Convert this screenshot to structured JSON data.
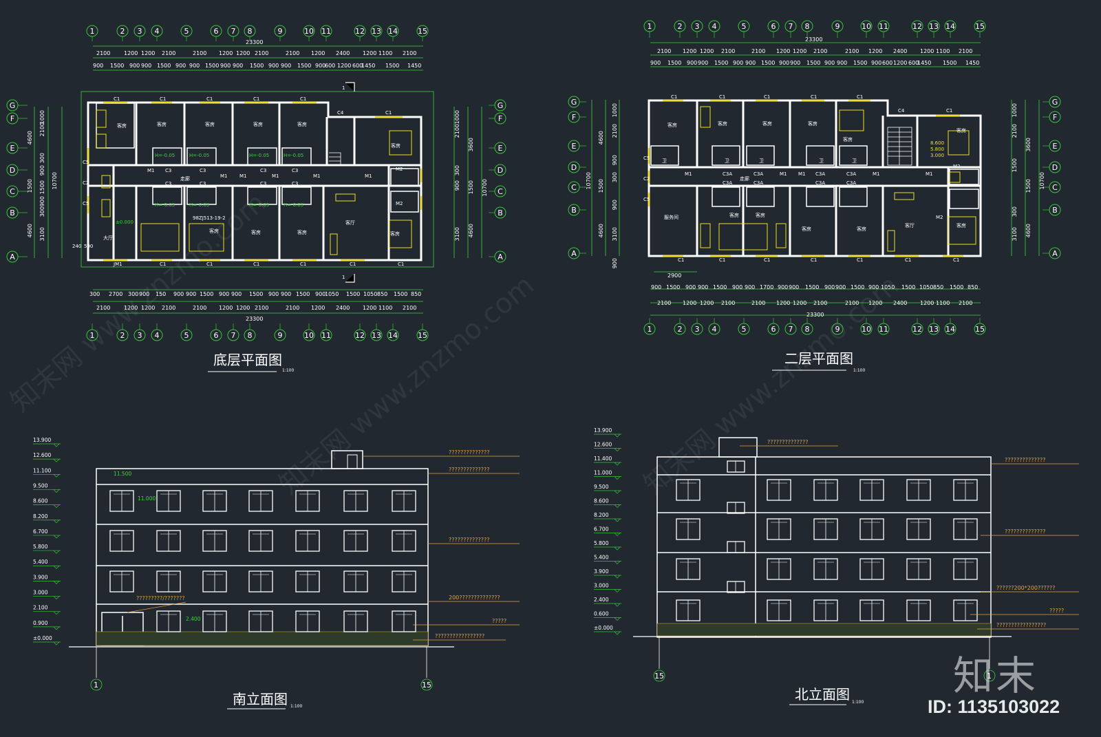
{
  "drawings": {
    "ground_plan_title": "底层平面图",
    "ground_plan_scale": "1:100",
    "second_plan_title": "二层平面图",
    "second_plan_scale": "1:100",
    "south_elev_title": "南立面图",
    "south_elev_scale": "1:100",
    "north_elev_title": "北立面图",
    "north_elev_scale": "1:100"
  },
  "grid_axes": {
    "numbers": [
      "1",
      "2",
      "3",
      "4",
      "5",
      "6",
      "7",
      "8",
      "9",
      "10",
      "11",
      "12",
      "13",
      "14",
      "15"
    ],
    "letters": [
      "G",
      "F",
      "E",
      "D",
      "C",
      "B",
      "A"
    ],
    "total_length": "23300",
    "bay_dims": [
      "2100",
      "1200",
      "1200",
      "2100",
      "2100",
      "1200",
      "1200",
      "2100",
      "2100",
      "1200",
      "2400",
      "1200",
      "1100",
      "2100"
    ],
    "detail_dims": [
      "900",
      "1500",
      "900",
      "900",
      "1500",
      "900",
      "900",
      "1500",
      "900",
      "900",
      "1500",
      "900",
      "900",
      "1500",
      "900",
      "600",
      "1200",
      "600",
      "1450",
      "1500",
      "1450"
    ],
    "bottom_detail_dims": [
      "300",
      "2700",
      "300",
      "900",
      "150",
      "900",
      "900",
      "1500",
      "900",
      "900",
      "1500",
      "900",
      "900",
      "1500",
      "900",
      "1050",
      "1500",
      "1050",
      "850",
      "1500",
      "850"
    ],
    "vertical_dims_left": [
      "1000",
      "2100",
      "300",
      "900",
      "1500",
      "900",
      "300",
      "3100"
    ],
    "vertical_totals": [
      "4600",
      "1500",
      "4600",
      "10700"
    ]
  },
  "plan_labels": {
    "windows": [
      "C1",
      "C2",
      "C3",
      "C4",
      "C5",
      "C3A"
    ],
    "doors": [
      "M1",
      "M2",
      "JM1"
    ],
    "elevation_mark": "±0.000",
    "floor_mark": "H=-0.05",
    "detail_ref": "98ZJ513-19-2",
    "section_mark": "1",
    "bottom_left_dims": [
      "240",
      "500"
    ],
    "stair_note": "2900",
    "stair_elevs": [
      "8.600",
      "5.800",
      "3.000"
    ]
  },
  "rooms": {
    "guest": "客房",
    "hall": "大厅",
    "corridor": "走廊",
    "lounge": "客厅",
    "toilet": "卫",
    "office": "服务间"
  },
  "south_elevation": {
    "levels": [
      "13.900",
      "12.600",
      "11.100",
      "9.500",
      "8.600",
      "8.200",
      "6.700",
      "5.800",
      "5.400",
      "3.900",
      "3.000",
      "2.100",
      "0.900",
      "±0.000"
    ],
    "inline_marks": [
      "11.500",
      "11.000",
      "2.400"
    ],
    "notes": [
      "??????????????",
      "??????????????",
      "??????????????",
      "200??????????????",
      "?????????/???????",
      "?????",
      "?????????????????"
    ]
  },
  "north_elevation": {
    "levels": [
      "13.900",
      "12.600",
      "11.400",
      "11.000",
      "9.500",
      "8.600",
      "8.200",
      "6.700",
      "5.800",
      "5.400",
      "3.900",
      "3.000",
      "2.400",
      "0.600",
      "±0.000"
    ],
    "notes": [
      "??????????????",
      "??????????????",
      "??????????????",
      "??????200*200??????",
      "?????",
      "?????????????????"
    ]
  },
  "watermark": {
    "logo": "知末",
    "id": "ID: 1135103022",
    "site_text": "知末网 www.znzmo.com"
  },
  "colors": {
    "background": "#212830",
    "wall": "#ffffff",
    "dimension": "#3cd43c",
    "window": "#f0e020",
    "note": "#e8a33a",
    "grid_line": "#39c639"
  }
}
